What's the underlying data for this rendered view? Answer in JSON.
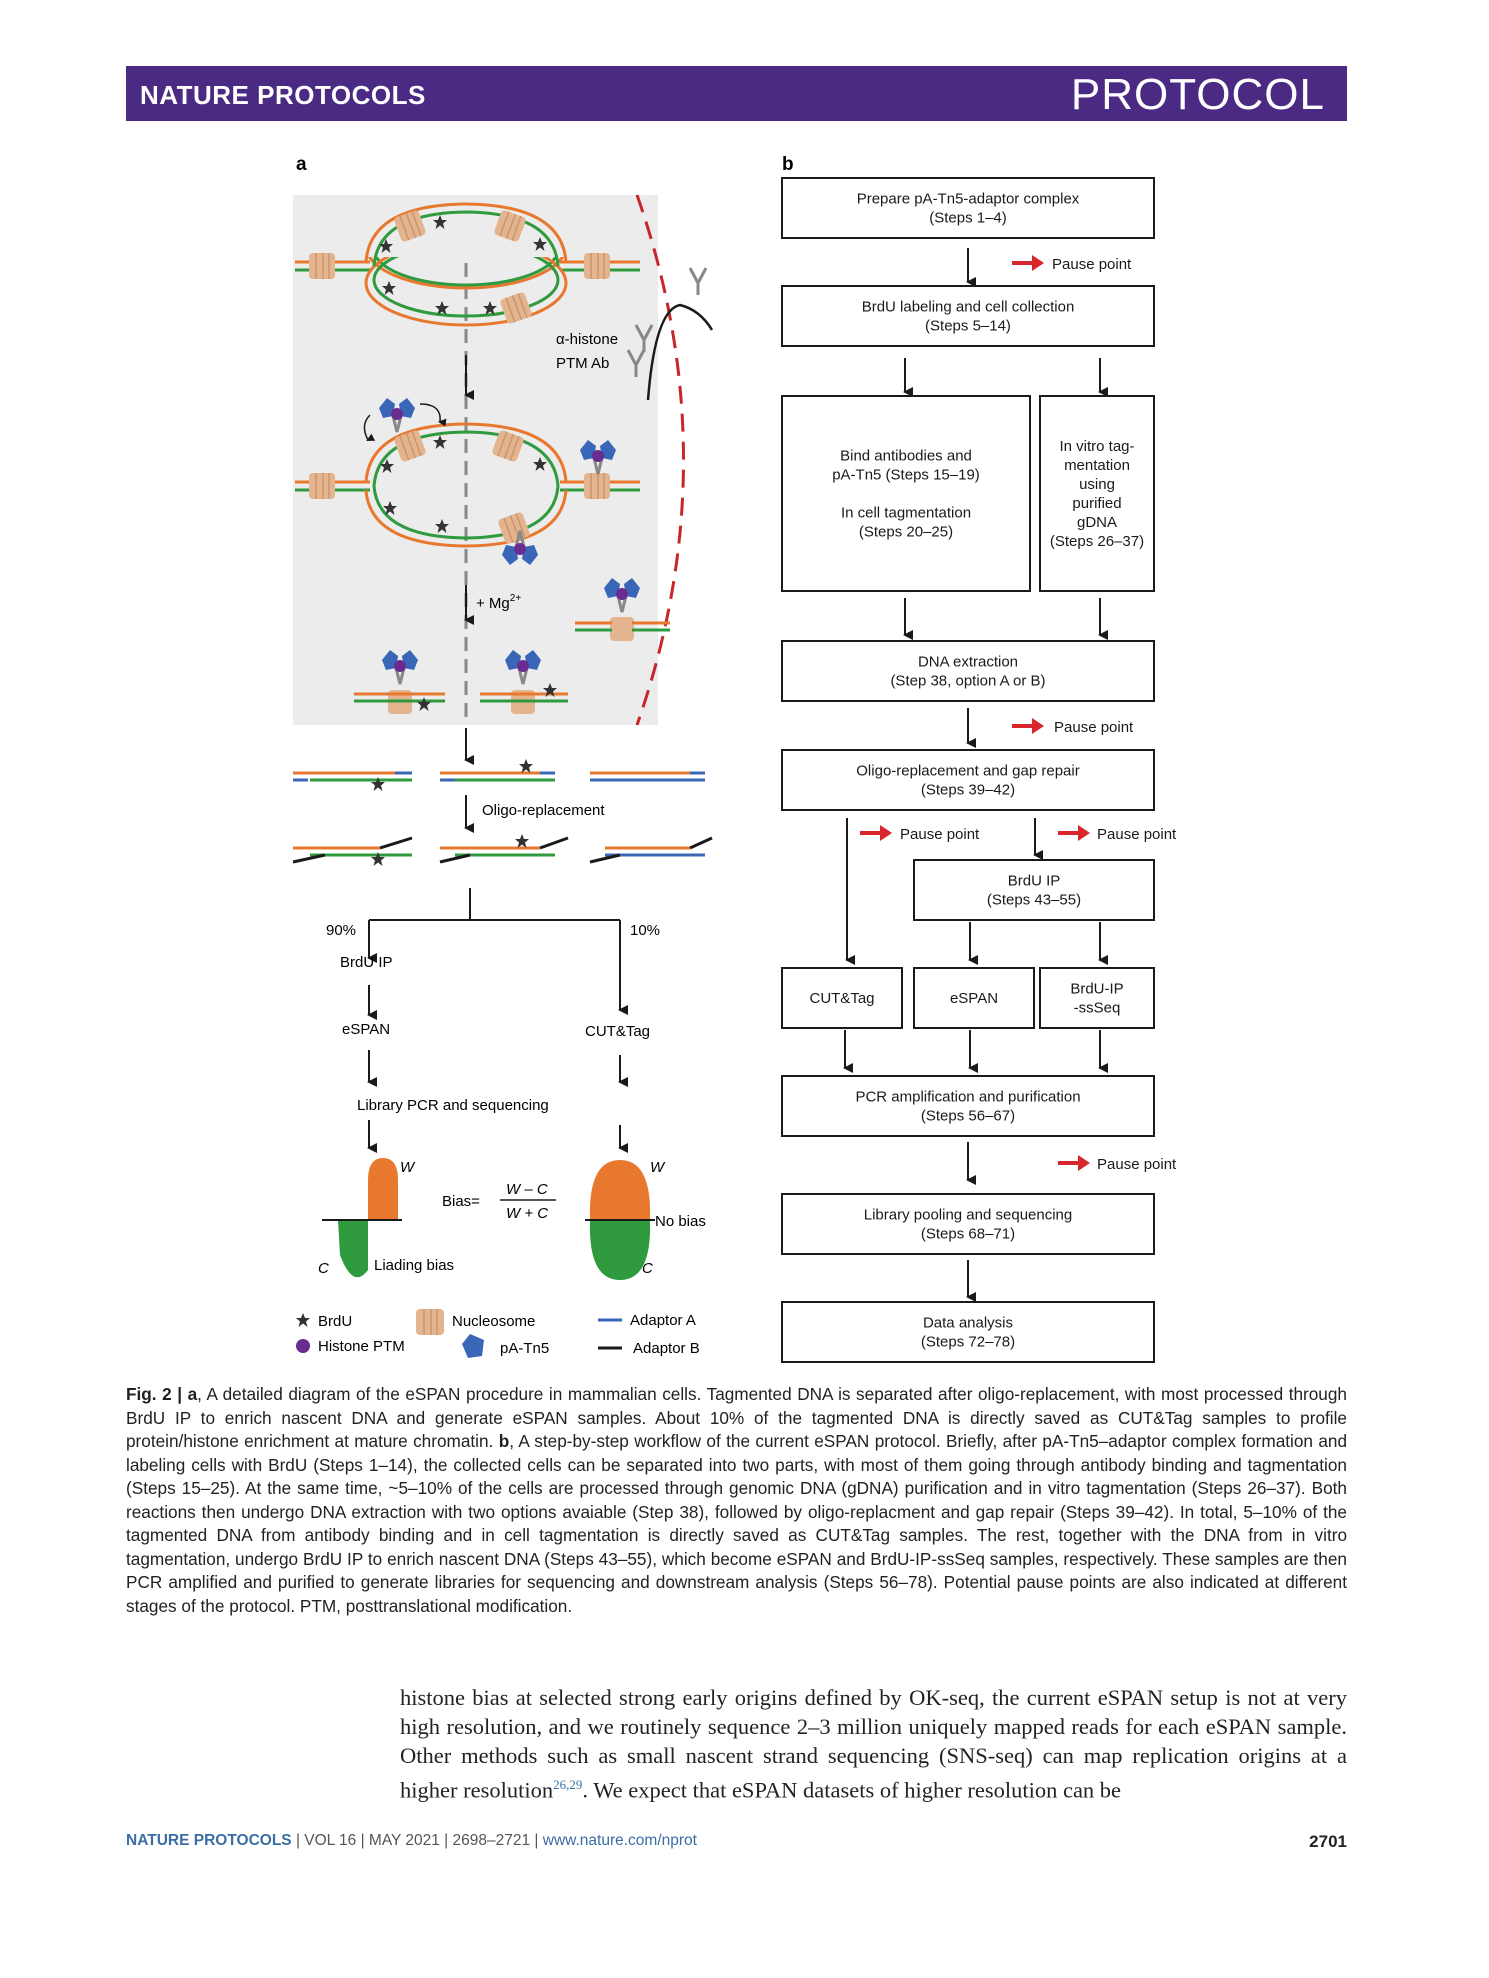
{
  "header": {
    "journal": "NATURE PROTOCOLS",
    "article_type": "PROTOCOL"
  },
  "figure": {
    "panel_a_label": "a",
    "panel_b_label": "b",
    "panel_a": {
      "antibody_label_1": "α-histone",
      "antibody_label_2": "PTM Ab",
      "mg_label": "+ Mg",
      "mg_superscript": "2+",
      "oligo_label": "Oligo-replacement",
      "pct_left": "90%",
      "pct_right": "10%",
      "brdu_ip": "BrdU IP",
      "espan": "eSPAN",
      "cuttag": "CUT&Tag",
      "library_pcr": "Library PCR and sequencing",
      "w_label": "W",
      "c_label": "C",
      "bias_label": "Bias=",
      "bias_numerator": "W – C",
      "bias_denominator": "W + C",
      "no_bias": "No bias",
      "liading_bias": "Liading bias",
      "legend": {
        "brdu": "BrdU",
        "histone_ptm": "Histone PTM",
        "nucleosome": "Nucleosome",
        "pa_tn5": "pA-Tn5",
        "adaptor_a": "Adaptor A",
        "adaptor_b": "Adaptor B"
      }
    },
    "panel_b": {
      "box_prepare": [
        "Prepare pA-Tn5-adaptor complex",
        "(Steps 1–4)"
      ],
      "pause": "Pause point",
      "box_brdu_label": [
        "BrdU labeling and cell collection",
        "(Steps 5–14)"
      ],
      "box_bind": [
        "Bind antibodies and",
        "pA-Tn5 (Steps 15–19)",
        "",
        "In cell tagmentation",
        "(Steps 20–25)"
      ],
      "box_invitro": [
        "In vitro tag-",
        "mentation",
        "using",
        "purified",
        "gDNA",
        "(Steps 26–37)"
      ],
      "box_dna": [
        "DNA extraction",
        "(Step 38, option A or B)"
      ],
      "box_oligo": [
        "Oligo-replacement and gap repair",
        "(Steps 39–42)"
      ],
      "box_brduip": [
        "BrdU IP",
        "(Steps 43–55)"
      ],
      "box_cuttag": [
        "CUT&Tag"
      ],
      "box_espan": [
        "eSPAN"
      ],
      "box_ssseq": [
        "BrdU-IP",
        "-ssSeq"
      ],
      "box_pcr": [
        "PCR amplification and purification",
        "(Steps 56–67)"
      ],
      "box_pool": [
        "Library pooling and sequencing",
        "(Steps 68–71)"
      ],
      "box_data": [
        "Data analysis",
        "(Steps 72–78)"
      ]
    }
  },
  "caption": {
    "fig_label": "Fig. 2 | ",
    "a_label": "a",
    "a_text": ", A detailed diagram of the eSPAN procedure in mammalian cells. Tagmented DNA is separated after oligo-replacement, with most processed through BrdU IP to enrich nascent DNA and generate eSPAN samples. About 10% of the tagmented DNA is directly saved as CUT&Tag samples to profile protein/histone enrichment at mature chromatin. ",
    "b_label": "b",
    "b_text": ", A step-by-step workflow of the current eSPAN protocol. Briefly, after pA-Tn5–adaptor complex formation and labeling cells with BrdU (Steps 1–14), the collected cells can be separated into two parts, with most of them going through antibody binding and tagmentation (Steps 15–25). At the same time, ~5–10% of the cells are processed through genomic DNA (gDNA) purification and in vitro tagmentation (Steps 26–37). Both reactions then undergo DNA extraction with two options avaiable (Step 38), followed by oligo-replacment and gap repair (Steps 39–42). In total, 5–10% of the tagmented DNA from antibody binding and in cell tagmentation is directly saved as CUT&Tag samples. The rest, together with the DNA from in vitro tagmentation, undergo BrdU IP to enrich nascent DNA (Steps 43–55), which become eSPAN and BrdU-IP-ssSeq samples, respectively. These samples are then PCR amplified and purified to generate libraries for sequencing and downstream analysis (Steps 56–78). Potential pause points are also indicated at different stages of the protocol. PTM, posttranslational modification."
  },
  "body": {
    "text_1": "histone bias at selected strong early origins defined by OK-seq, the current eSPAN setup is not at very high resolution, and we routinely sequence 2–3 million uniquely mapped reads for each eSPAN sample. Other methods such as small nascent strand sequencing (SNS-seq) can map replication origins at a higher resolution",
    "refs": "26,29",
    "text_2": ". We expect that eSPAN datasets of higher resolution can be"
  },
  "footer": {
    "journal": "NATURE PROTOCOLS",
    "sep": " | ",
    "vol": "VOL 16",
    "month": "MAY 2021",
    "pages": "2698–2721",
    "url": "www.nature.com/nprot",
    "page_number": "2701"
  },
  "colors": {
    "header": "#4a2a82",
    "orange": "#e8782e",
    "green": "#2f9a3e",
    "blue": "#3a66b8",
    "nucleosome": "#e4b48e",
    "purple": "#6b2c91",
    "red": "#d9262c"
  }
}
